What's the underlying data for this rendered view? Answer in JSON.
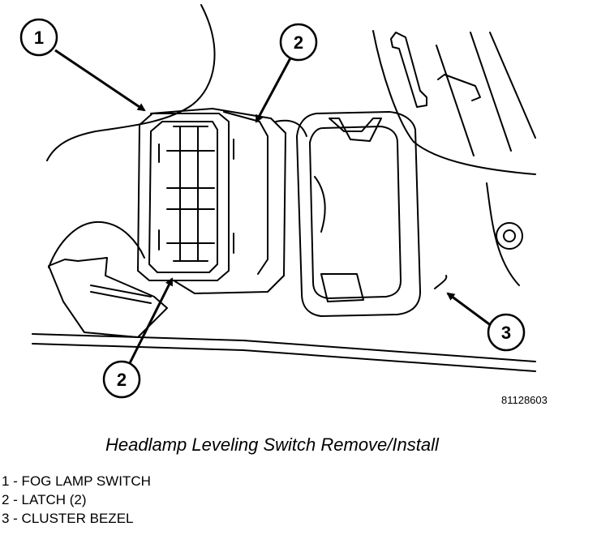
{
  "figure": {
    "id": "81128603",
    "caption": "Headlamp Leveling Switch Remove/Install"
  },
  "callouts": [
    {
      "number": "1",
      "label": "1 - FOG LAMP SWITCH"
    },
    {
      "number": "2",
      "label": "2 - LATCH (2)"
    },
    {
      "number": "3",
      "label": "3 - CLUSTER BEZEL"
    }
  ],
  "colors": {
    "line": "#000000",
    "background": "#ffffff"
  }
}
